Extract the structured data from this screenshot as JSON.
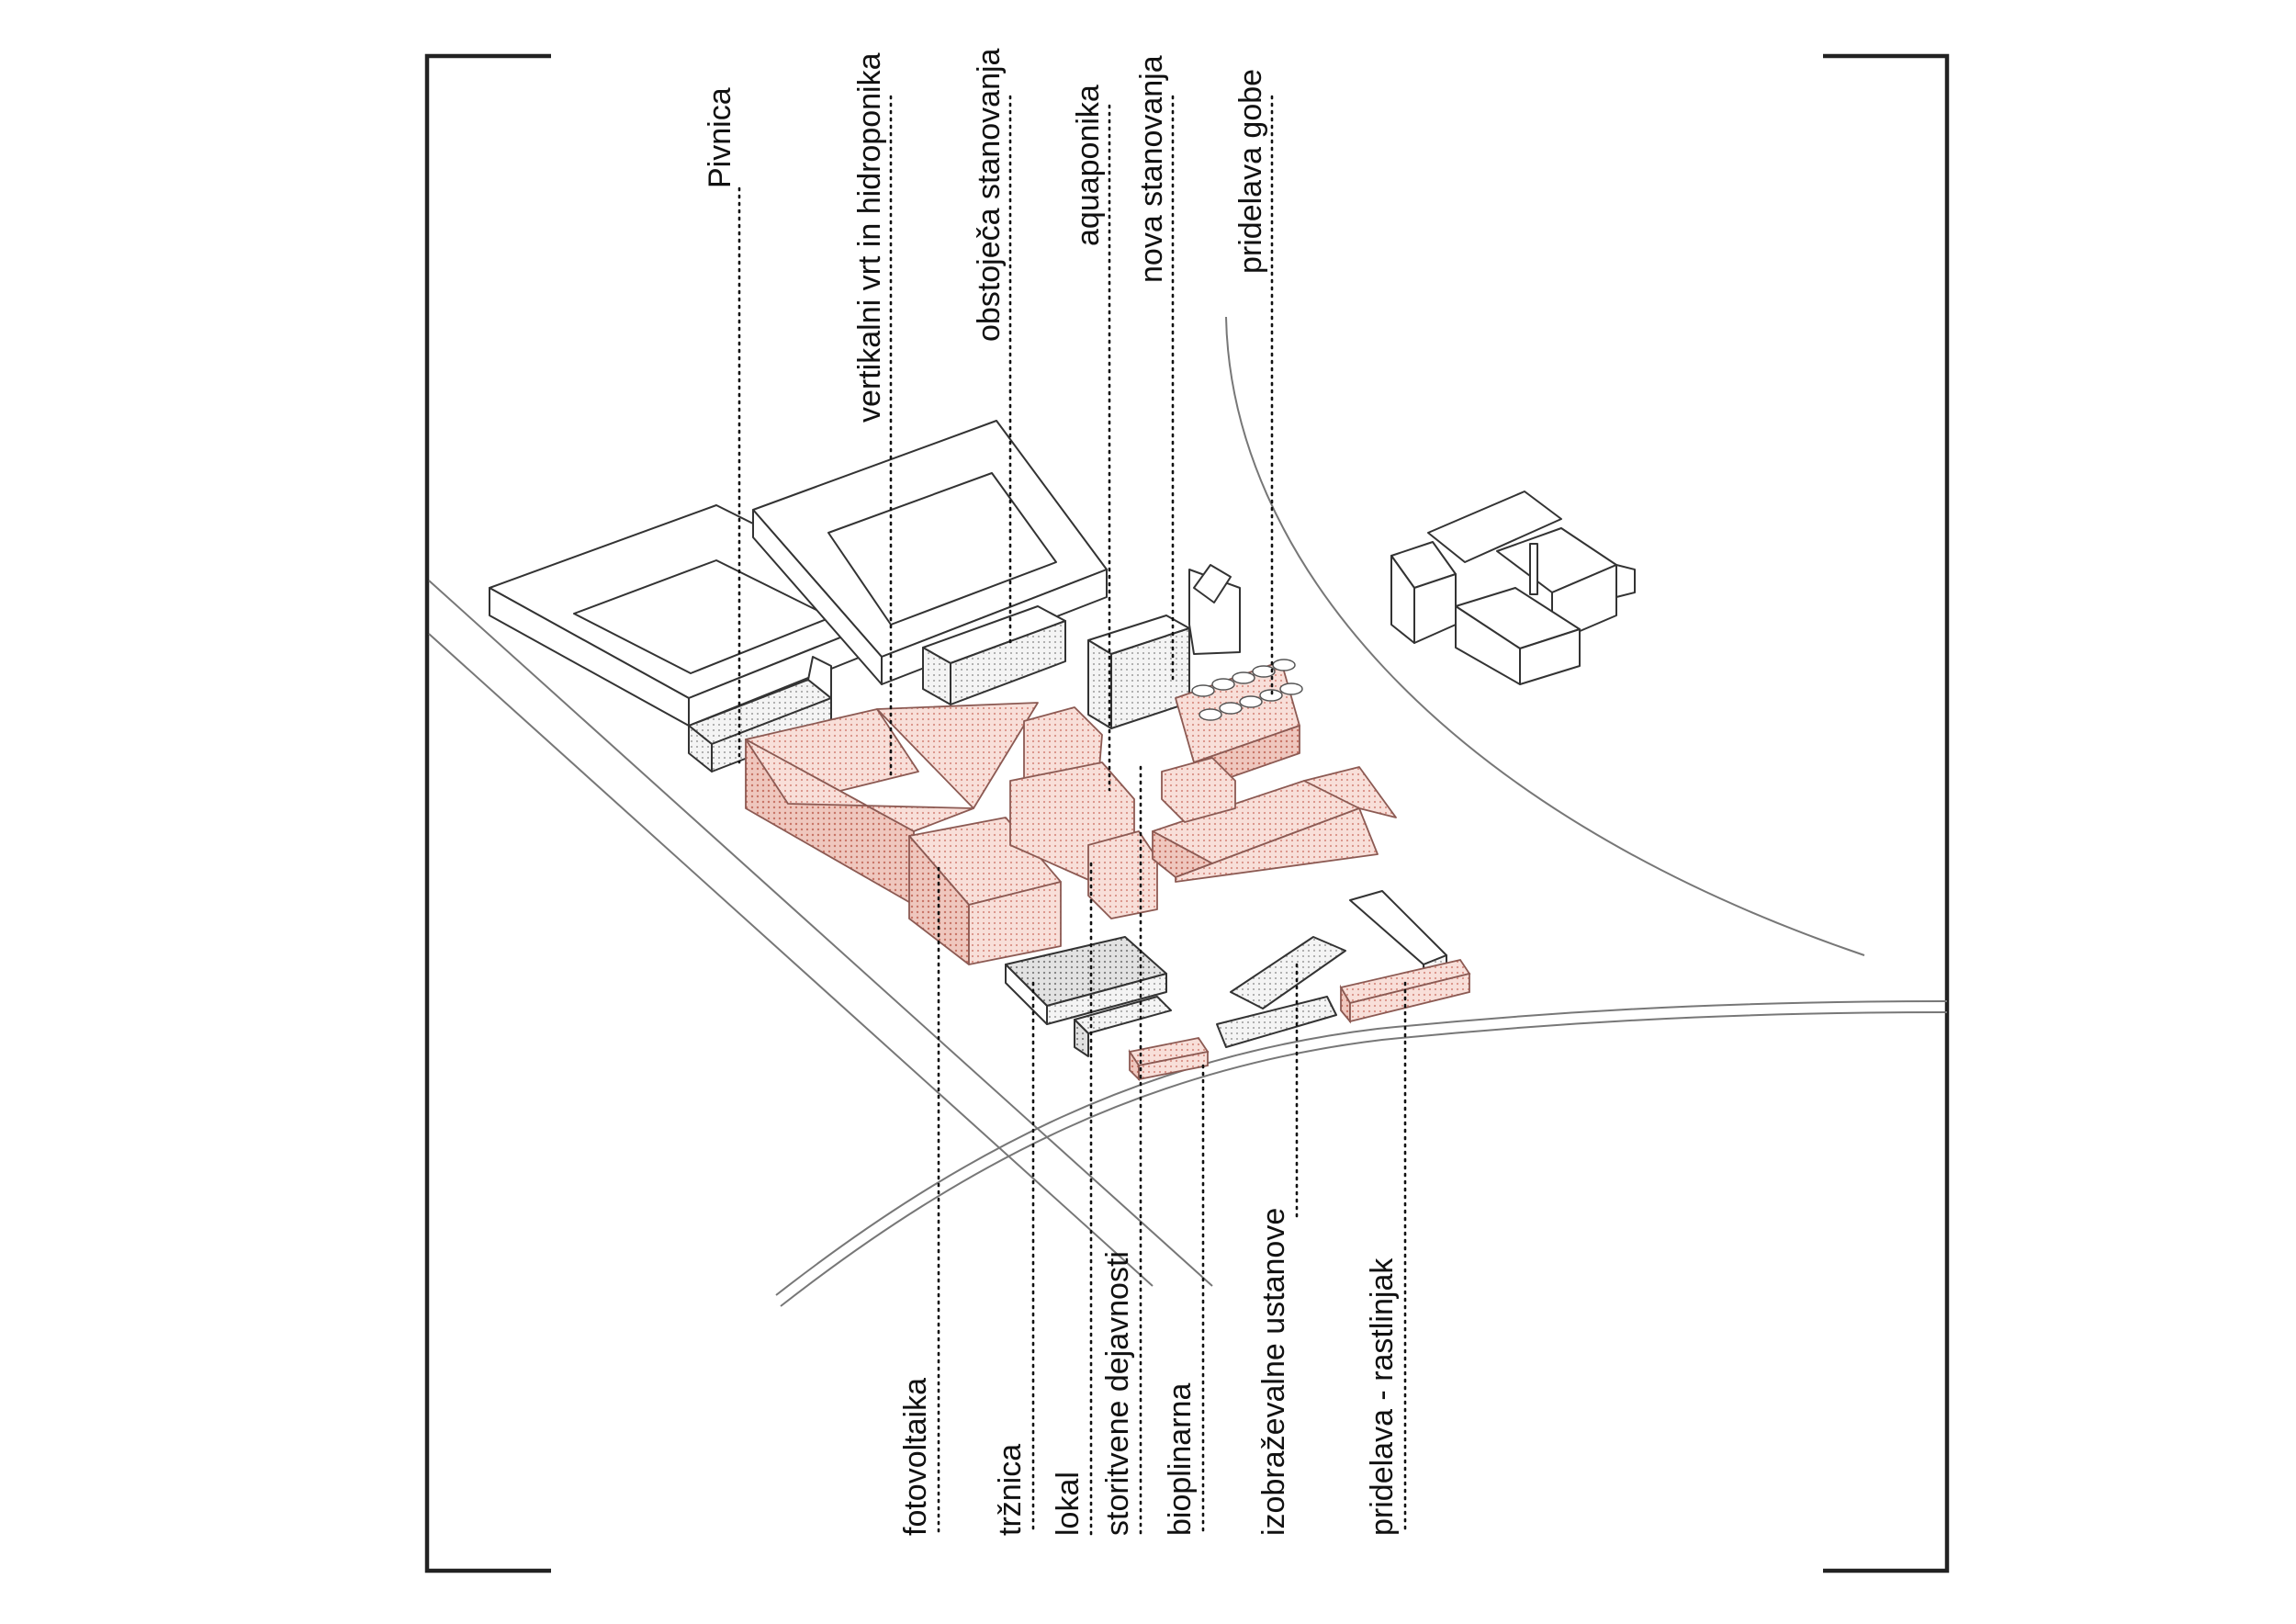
{
  "diagram": {
    "top_labels": [
      {
        "key": "pivnica",
        "text": "Pivnica"
      },
      {
        "key": "vertikalni",
        "text": "vertikalni vrt in hidroponika"
      },
      {
        "key": "obstojeca",
        "text": "obstoječa stanovanja"
      },
      {
        "key": "aquaponika",
        "text": "aquaponika"
      },
      {
        "key": "nova",
        "text": "nova stanovanja"
      },
      {
        "key": "gobe",
        "text": "pridelava gobe"
      }
    ],
    "bottom_labels": [
      {
        "key": "fotovoltaika",
        "text": "fotovoltaika"
      },
      {
        "key": "trznica",
        "text": "tržnica"
      },
      {
        "key": "lokal",
        "text": "lokal"
      },
      {
        "key": "storitvene",
        "text": "storitvene dejavnosti"
      },
      {
        "key": "bioplinarna",
        "text": "bioplinarna"
      },
      {
        "key": "izobrazevalne",
        "text": "izobraževalne ustanove"
      },
      {
        "key": "rastlinjak",
        "text": "pridelava - rastlinjak"
      }
    ],
    "colors": {
      "proposed_fill": "#f6d9d2",
      "proposed_stroke": "#c98a80",
      "existing_fill": "#ffffff",
      "existing_stroke": "#333333",
      "frame": "#222222"
    }
  }
}
